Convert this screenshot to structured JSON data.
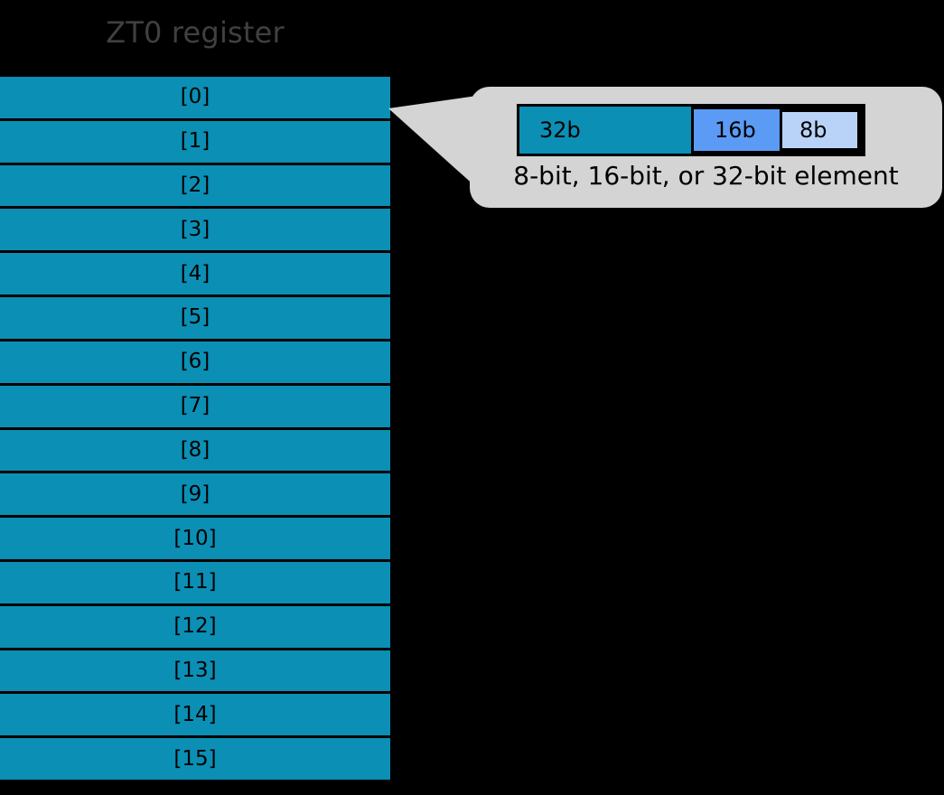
{
  "diagram": {
    "background_color": "#000000",
    "register": {
      "title": "ZT0 register",
      "title_color": "#404040",
      "cell_color": "#0b8fb5",
      "border_color": "#000000",
      "cells": [
        {
          "label": "[0]"
        },
        {
          "label": "[1]"
        },
        {
          "label": "[2]"
        },
        {
          "label": "[3]"
        },
        {
          "label": "[4]"
        },
        {
          "label": "[5]"
        },
        {
          "label": "[6]"
        },
        {
          "label": "[7]"
        },
        {
          "label": "[8]"
        },
        {
          "label": "[9]"
        },
        {
          "label": "[10]"
        },
        {
          "label": "[11]"
        },
        {
          "label": "[12]"
        },
        {
          "label": "[13]"
        },
        {
          "label": "[14]"
        },
        {
          "label": "[15]"
        }
      ]
    },
    "callout": {
      "background_color": "#d4d4d4",
      "caption": "8-bit, 16-bit, or 32-bit element",
      "elements": {
        "wide": {
          "label": "32b",
          "color": "#0b8fb5"
        },
        "medium": {
          "label": "16b",
          "color": "#5b9bf5"
        },
        "narrow": {
          "label": "8b",
          "color": "#b9d3f8"
        }
      }
    }
  }
}
